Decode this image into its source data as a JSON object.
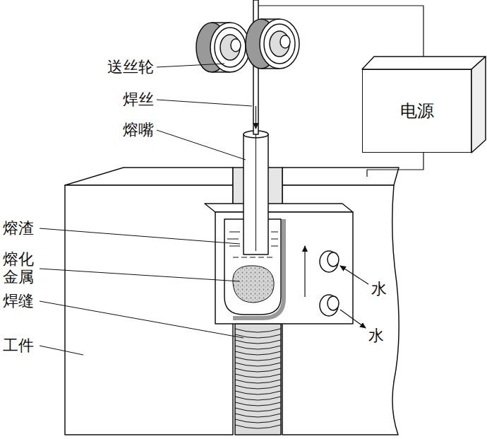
{
  "diagram": {
    "nodes": [
      {
        "text": [
          "电源"
        ]
      }
    ],
    "labels": [
      "送丝轮",
      "焊丝",
      "熔嘴",
      "熔渣",
      "熔化 金属",
      "焊缝",
      "工件",
      "水",
      "水"
    ]
  }
}
